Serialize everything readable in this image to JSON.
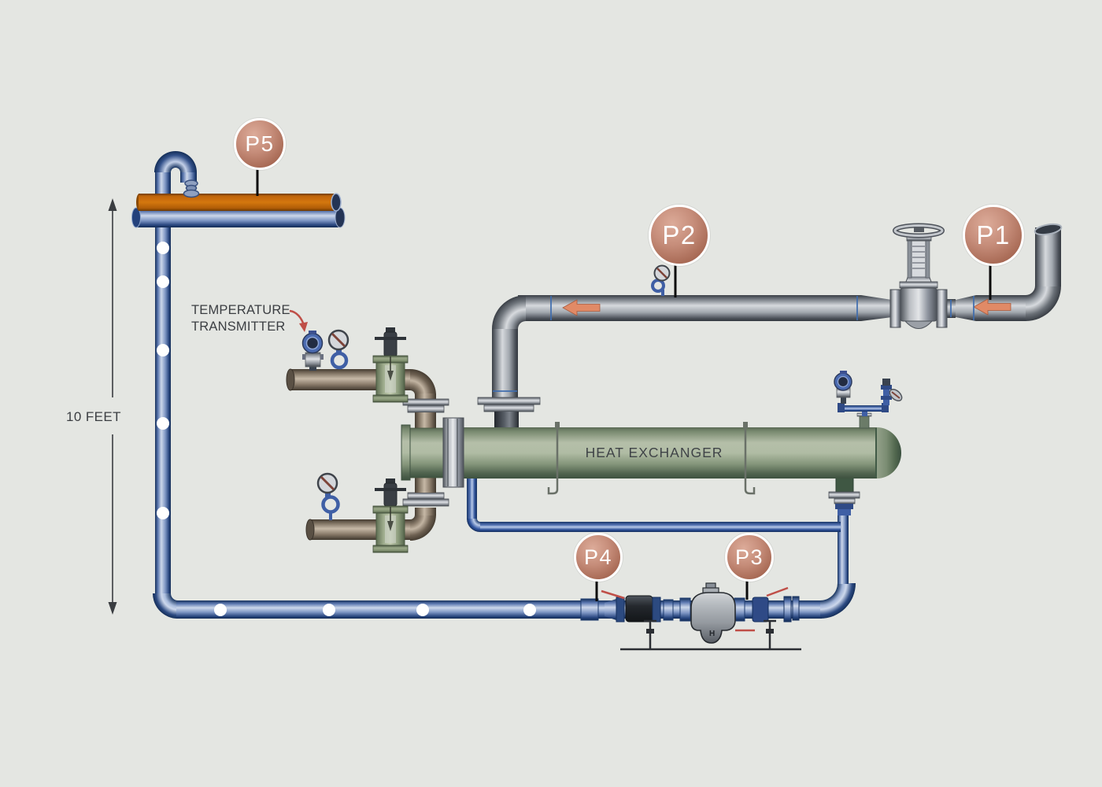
{
  "scene": {
    "background": "#e4e6e2"
  },
  "labels": {
    "dimension": "10 FEET",
    "temperature_transmitter_line1": "TEMPERATURE",
    "temperature_transmitter_line2": "TRANSMITTER",
    "heat_exchanger": "HEAT EXCHANGER",
    "trap_mark": "H"
  },
  "measurement_points": [
    {
      "id": "P1",
      "label": "P1"
    },
    {
      "id": "P2",
      "label": "P2"
    },
    {
      "id": "P3",
      "label": "P3"
    },
    {
      "id": "P4",
      "label": "P4"
    },
    {
      "id": "P5",
      "label": "P5"
    }
  ],
  "colors": {
    "background": "#e4e6e2",
    "badge_copper": "#a96b56",
    "badge_text": "#ffffff",
    "pipe_blue": "#3f5fa5",
    "pipe_orange": "#d4770e",
    "pipe_gray": "#9aa0a7",
    "pipe_brown": "#8a7c6b",
    "vessel_green": "#a9b59d",
    "valve_green": "#9dab8c",
    "flow_arrow_orange": "#e18a66",
    "callout_red": "#bf4f48",
    "line_dark": "#3a3d41"
  }
}
